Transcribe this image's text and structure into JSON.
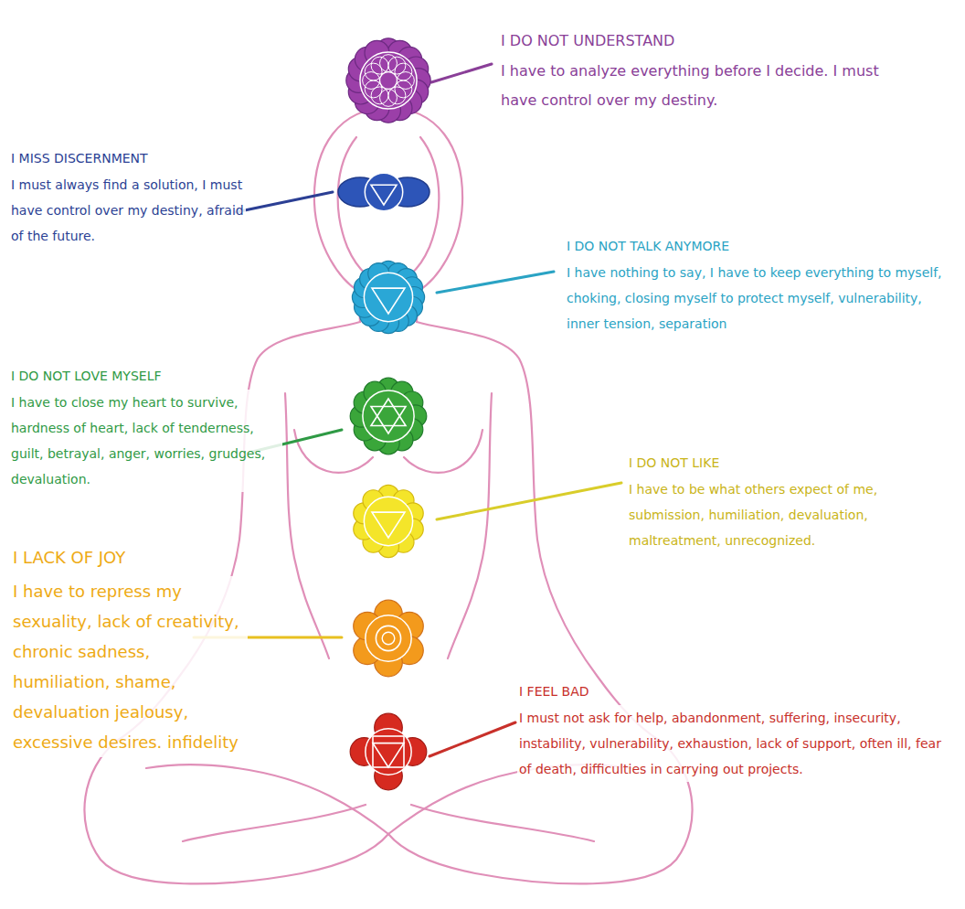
{
  "diagram": {
    "labels": [
      "I DO NOT UNDERSTAND",
      "I have to analyze everything before I decide. I must have control over my destiny.",
      "I MISS DISCERNMENT",
      "I must always find a solution, I must have control over my destiny, afraid of the future.",
      "I DO NOT TALK ANYMORE",
      "I have nothing to say, I have to keep everything to myself, choking, closing myself to protect myself, vulnerability, inner tension, separation",
      "I DO NOT LOVE MYSELF",
      "I have to close my heart to survive, hardness of heart, lack of tenderness, guilt, betrayal, anger, worries, grudges, devaluation.",
      "I DO NOT LIKE",
      "I have to be what others expect of me, submission, humiliation, devaluation, maltreatment, unrecognized.",
      "I LACK OF JOY",
      "I have to repress my sexuality, lack of creativity, chronic sadness, humiliation, shame, devaluation jealousy, excessive desires. infidelity",
      "I FEEL BAD",
      "I must not ask for help, abandonment, suffering, insecurity, instability, vulnerability, exhaustion, lack of support, often ill, fear of death, difficulties in carrying out projects."
    ]
  }
}
